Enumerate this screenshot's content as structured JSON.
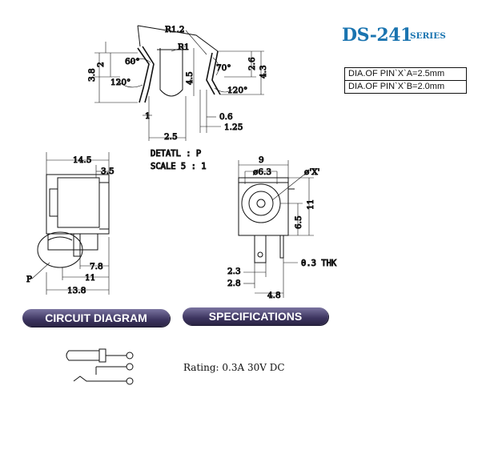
{
  "header": {
    "model": "DS-241",
    "series": "SERIES"
  },
  "pin_table": {
    "row_a": "DIA.OF PIN`X`A=2.5mm",
    "row_b": "DIA.OF PIN`X`B=2.0mm"
  },
  "detail": {
    "title": "DETATL : P",
    "scale": "SCALE 5 : 1",
    "r12": "R1.2",
    "r1": "R1",
    "dim_2": "2",
    "dim_3_8": "3.8",
    "ang_60": "60°",
    "ang_120_left": "120°",
    "dim_4_5": "4.5",
    "ang_70": "70°",
    "ang_120_right": "120°",
    "dim_2_6": "2.6",
    "dim_4_3": "4.3",
    "dim_1": "1",
    "dim_0_6": "0.6",
    "dim_1_25": "1.25",
    "dim_2_5": "2.5"
  },
  "side_view": {
    "dim_14_5": "14.5",
    "dim_3_5": "3.5",
    "dim_7_8": "7.8",
    "dim_11": "11",
    "dim_13_8": "13.8",
    "label_p": "P"
  },
  "front_view": {
    "dim_9": "9",
    "dim_6_3": "ø6.3",
    "dim_x": "ø'X'",
    "dim_11": "11",
    "dim_6_5": "6.5",
    "dim_2_3": "2.3",
    "dim_2_8": "2.8",
    "dim_4_8": "4.8",
    "thk": "0.3 THK"
  },
  "sections": {
    "circuit": "CIRCUIT DIAGRAM",
    "specifications": "SPECIFICATIONS"
  },
  "specs": {
    "rating": "Rating: 0.3A 30V DC"
  },
  "colors": {
    "title_blue": "#1a74b0",
    "pill_dark": "#2a2444"
  }
}
